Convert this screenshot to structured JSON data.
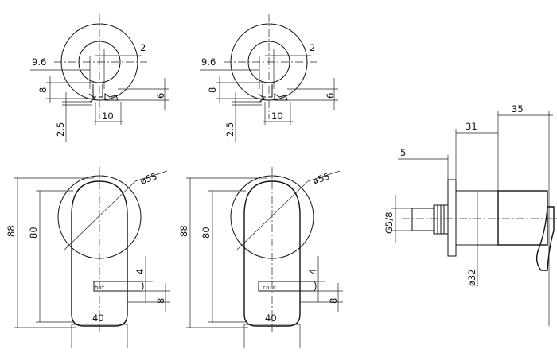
{
  "dims": {
    "d9_6": "9.6",
    "d2": "2",
    "d8": "8",
    "d6": "6",
    "d2_5": "2.5",
    "d10": "10",
    "d88": "88",
    "d80": "80",
    "d55": "ø55",
    "d4": "4",
    "d40": "40",
    "d35": "35",
    "d31": "31",
    "d5": "5",
    "dg58": "G5/8",
    "d32": "ø32"
  },
  "labels": {
    "hot": "hot",
    "cold": "cold"
  }
}
